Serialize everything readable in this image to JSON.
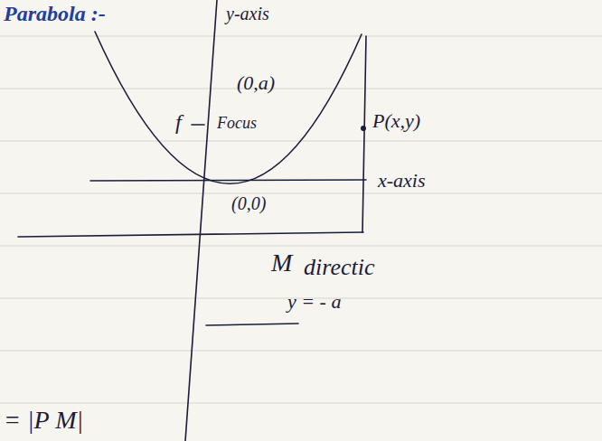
{
  "diagram": {
    "title": "Parabola :-",
    "labels": [
      "y-axis",
      "(0,a)",
      "f",
      "Focus",
      "P(x,y)",
      "x-axis",
      "(0,0)",
      "M",
      "directic",
      "y = - a",
      "= |P M|"
    ]
  }
}
